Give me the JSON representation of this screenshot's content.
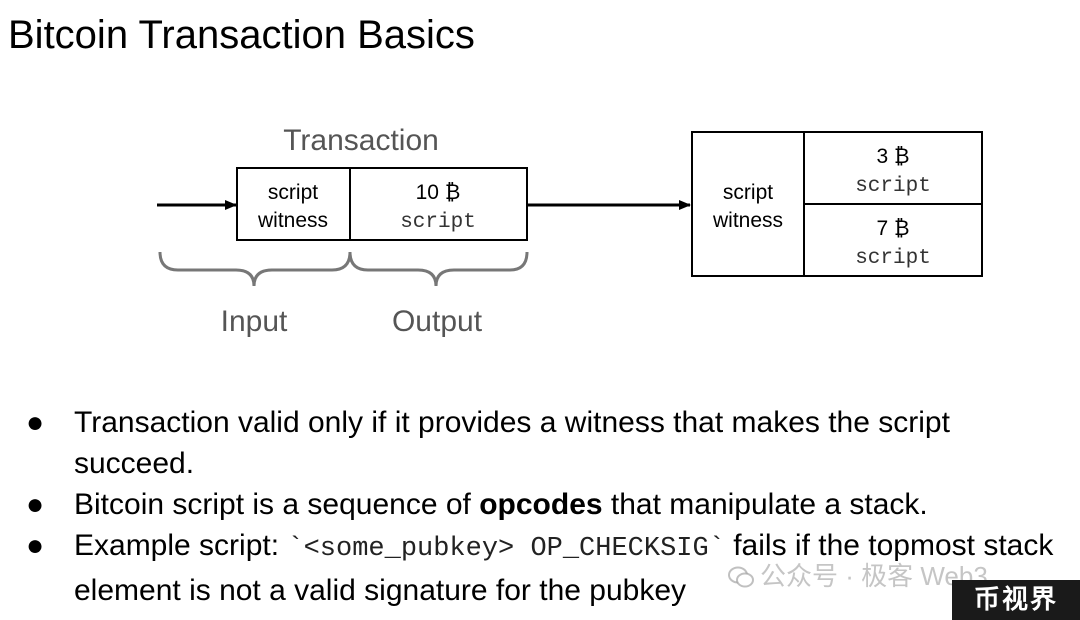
{
  "title": "Bitcoin Transaction Basics",
  "diagram": {
    "transaction_label": "Transaction",
    "tx_input": {
      "line1": "script",
      "line2": "witness"
    },
    "tx_output": {
      "amount": "10 ₿",
      "script": "script"
    },
    "next_input": {
      "line1": "script",
      "line2": "witness"
    },
    "next_outputs": [
      {
        "amount": "3 ₿",
        "script": "script"
      },
      {
        "amount": "7 ₿",
        "script": "script"
      }
    ],
    "brace_input_label": "Input",
    "brace_output_label": "Output"
  },
  "bullets": {
    "b1": "Transaction valid only if it provides a witness that makes the script succeed.",
    "b2_pre": "Bitcoin script is a sequence of ",
    "b2_bold": "opcodes",
    "b2_post": " that manipulate a stack.",
    "b3_pre": "Example script: ",
    "b3_code": "`<some_pubkey> OP_CHECKSIG`",
    "b3_post": " fails if the topmost stack element is not a valid signature for the pubkey"
  },
  "watermark": {
    "text": "公众号 · 极客 Web3",
    "badge": "币视界"
  }
}
